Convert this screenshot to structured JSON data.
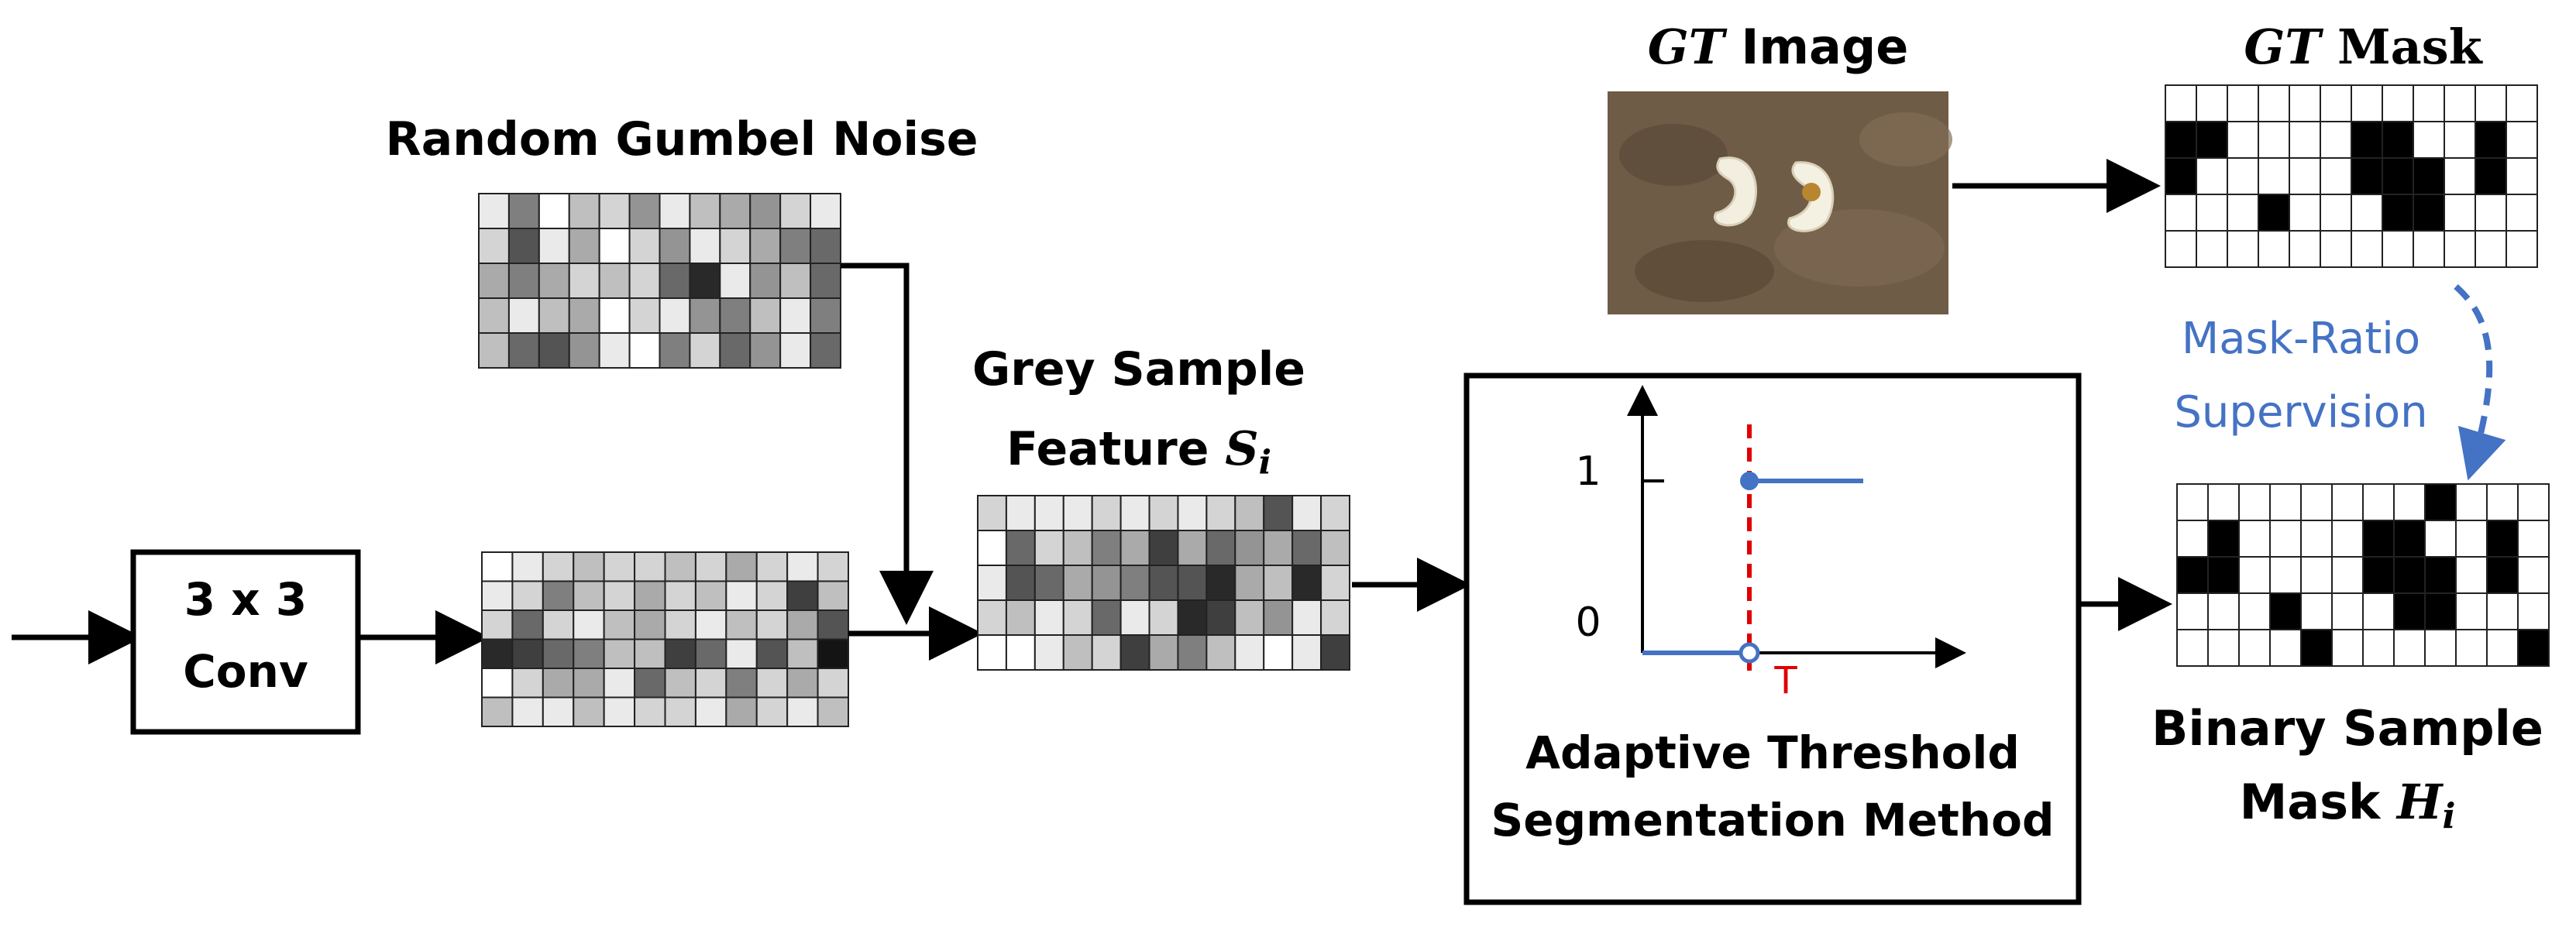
{
  "conv_block": {
    "line1": "3 x 3",
    "line2": "Conv"
  },
  "noise": {
    "title": "Random Gumbel Noise"
  },
  "grey_feature": {
    "title_line1": "Grey Sample",
    "title_line2_prefix": "Feature ",
    "symbol": "S",
    "subscript": "i"
  },
  "gt_image": {
    "title_italic": "GT",
    "title_rest": " Image"
  },
  "gt_mask": {
    "title_italic": "GT",
    "title_rest": " Mask"
  },
  "supervision": {
    "line1": "Mask-Ratio",
    "line2": "Supervision"
  },
  "threshold_box": {
    "line1": "Adaptive Threshold",
    "line2": "Segmentation Method",
    "y_tick_1": "1",
    "y_tick_0": "0",
    "t_label": "T"
  },
  "binary_mask": {
    "title_line1": "Binary Sample",
    "title_line2_prefix": "Mask ",
    "symbol": "H",
    "subscript": "i"
  },
  "colors": {
    "line": "#000000",
    "step_function": "#4472C4",
    "threshold_line": "#E00000",
    "supervision_arrow": "#4472C4"
  },
  "grids": {
    "noise": [
      [
        1,
        6,
        0,
        3,
        2,
        5,
        1,
        3,
        4,
        5,
        2,
        1
      ],
      [
        2,
        8,
        1,
        4,
        0,
        2,
        5,
        1,
        2,
        4,
        6,
        7
      ],
      [
        4,
        6,
        4,
        2,
        3,
        2,
        7,
        10,
        1,
        5,
        3,
        7
      ],
      [
        3,
        1,
        3,
        4,
        0,
        2,
        1,
        5,
        6,
        3,
        1,
        6
      ],
      [
        3,
        7,
        8,
        5,
        1,
        0,
        6,
        2,
        7,
        5,
        1,
        7
      ]
    ],
    "conv_out": [
      [
        0,
        1,
        2,
        3,
        2,
        2,
        3,
        2,
        4,
        2,
        1,
        2
      ],
      [
        1,
        2,
        6,
        3,
        2,
        4,
        2,
        3,
        1,
        2,
        9,
        3
      ],
      [
        2,
        7,
        2,
        1,
        3,
        4,
        2,
        1,
        3,
        2,
        4,
        8
      ],
      [
        10,
        9,
        7,
        6,
        3,
        3,
        9,
        7,
        1,
        8,
        3,
        11
      ],
      [
        0,
        2,
        4,
        4,
        1,
        7,
        3,
        2,
        6,
        2,
        4,
        2
      ],
      [
        3,
        1,
        1,
        3,
        1,
        2,
        2,
        1,
        4,
        2,
        1,
        3
      ]
    ],
    "grey_feature": [
      [
        2,
        1,
        1,
        1,
        2,
        1,
        2,
        1,
        2,
        3,
        8,
        1,
        2
      ],
      [
        0,
        7,
        2,
        3,
        6,
        4,
        9,
        4,
        7,
        5,
        4,
        7,
        3
      ],
      [
        1,
        8,
        7,
        4,
        5,
        6,
        8,
        8,
        10,
        4,
        3,
        10,
        2
      ],
      [
        2,
        3,
        1,
        2,
        7,
        1,
        2,
        10,
        9,
        3,
        5,
        1,
        2
      ],
      [
        0,
        0,
        1,
        3,
        2,
        9,
        4,
        6,
        3,
        1,
        0,
        1,
        9
      ]
    ],
    "gt_mask": [
      [
        0,
        0,
        0,
        0,
        0,
        0,
        0,
        0,
        0,
        0,
        0,
        0
      ],
      [
        1,
        1,
        0,
        0,
        0,
        0,
        1,
        1,
        0,
        0,
        1,
        0
      ],
      [
        1,
        0,
        0,
        0,
        0,
        0,
        1,
        1,
        1,
        0,
        1,
        0
      ],
      [
        0,
        0,
        0,
        1,
        0,
        0,
        0,
        1,
        1,
        0,
        0,
        0
      ],
      [
        0,
        0,
        0,
        0,
        0,
        0,
        0,
        0,
        0,
        0,
        0,
        0
      ]
    ],
    "binary_mask": [
      [
        0,
        0,
        0,
        0,
        0,
        0,
        0,
        0,
        1,
        0,
        0,
        0
      ],
      [
        0,
        1,
        0,
        0,
        0,
        0,
        1,
        1,
        0,
        0,
        1,
        0
      ],
      [
        1,
        1,
        0,
        0,
        0,
        0,
        1,
        1,
        1,
        0,
        1,
        0
      ],
      [
        0,
        0,
        0,
        1,
        0,
        0,
        0,
        1,
        1,
        0,
        0,
        0
      ],
      [
        0,
        0,
        0,
        0,
        1,
        0,
        0,
        0,
        0,
        0,
        0,
        1
      ]
    ]
  }
}
